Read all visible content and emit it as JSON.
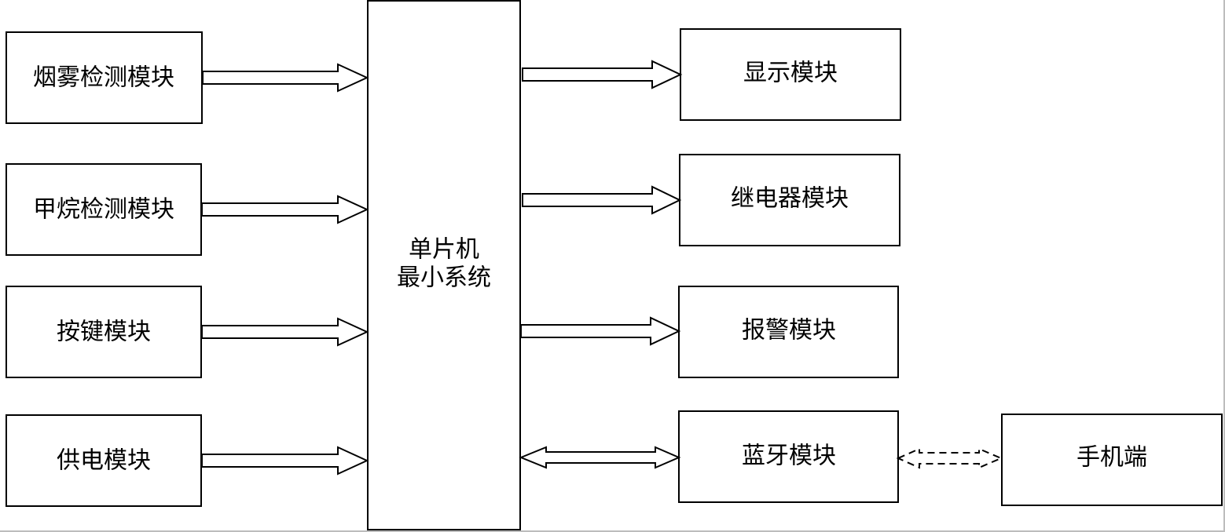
{
  "inputs": [
    {
      "label": "烟雾检测模块"
    },
    {
      "label": "甲烷检测模块"
    },
    {
      "label": "按键模块"
    },
    {
      "label": "供电模块"
    }
  ],
  "mcu": {
    "line1": "单片机",
    "line2": "最小系统"
  },
  "outputs": [
    {
      "label": "显示模块"
    },
    {
      "label": "继电器模块"
    },
    {
      "label": "报警模块"
    },
    {
      "label": "蓝牙模块"
    }
  ],
  "phone": {
    "label": "手机端"
  }
}
